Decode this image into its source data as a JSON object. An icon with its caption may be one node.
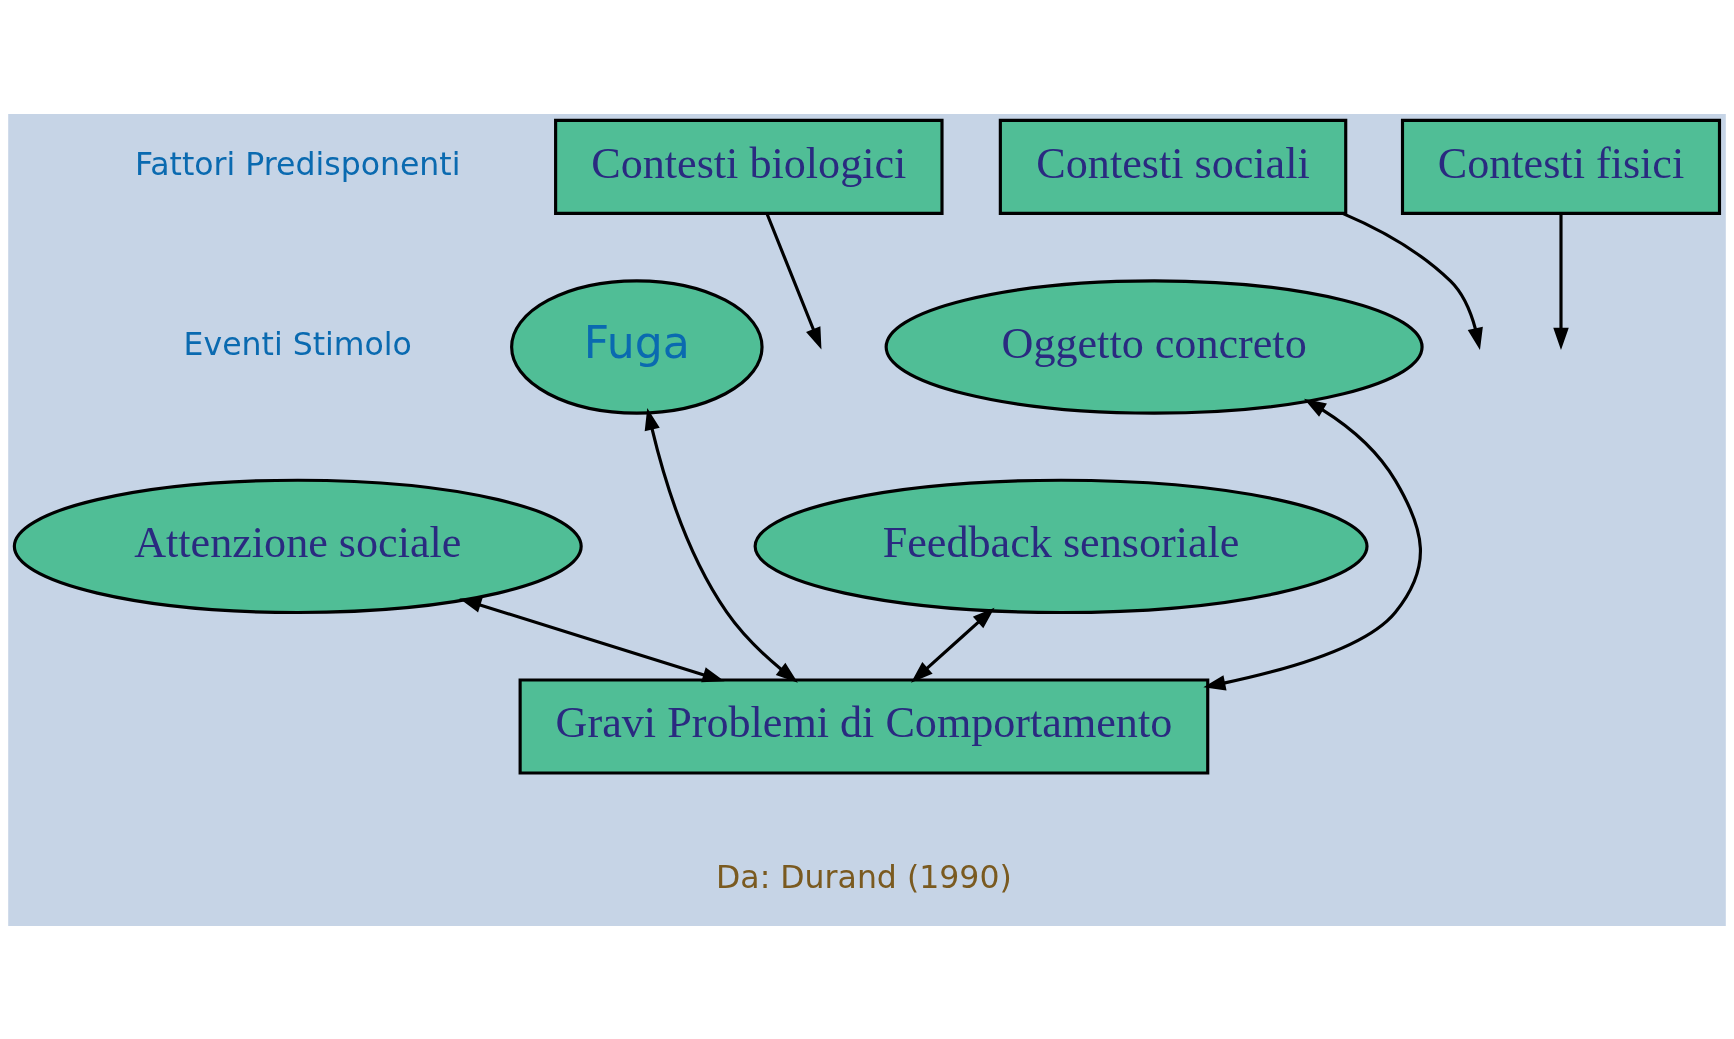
{
  "diagram": {
    "nodes": [
      {
        "text": [
          "Contesti biologici"
        ]
      },
      {
        "text": [
          "Contesti sociali"
        ]
      },
      {
        "text": [
          "Contesti fisici"
        ]
      },
      {
        "text": [
          "Fuga"
        ]
      },
      {
        "text": [
          "Oggetto concreto"
        ]
      },
      {
        "text": [
          "Attenzione sociale"
        ]
      },
      {
        "text": [
          "Feedback sensoriale"
        ]
      },
      {
        "text": [
          "Gravi Problemi di Comportamento"
        ]
      }
    ],
    "edges": [
      {
        "from": 0,
        "to": null,
        "arrow": "to"
      },
      {
        "from": 1,
        "to": null,
        "arrow": "to"
      },
      {
        "from": 2,
        "to": null,
        "arrow": "to"
      },
      {
        "from": 5,
        "to": 7,
        "arrow": "both"
      },
      {
        "from": 3,
        "to": 7,
        "arrow": "both"
      },
      {
        "from": 4,
        "to": 7,
        "arrow": "both"
      },
      {
        "from": 6,
        "to": 7,
        "arrow": "both"
      }
    ],
    "labels": [
      "Fattori Predisponenti",
      "Eventi Stimolo",
      "Da: Durand (1990)"
    ]
  }
}
